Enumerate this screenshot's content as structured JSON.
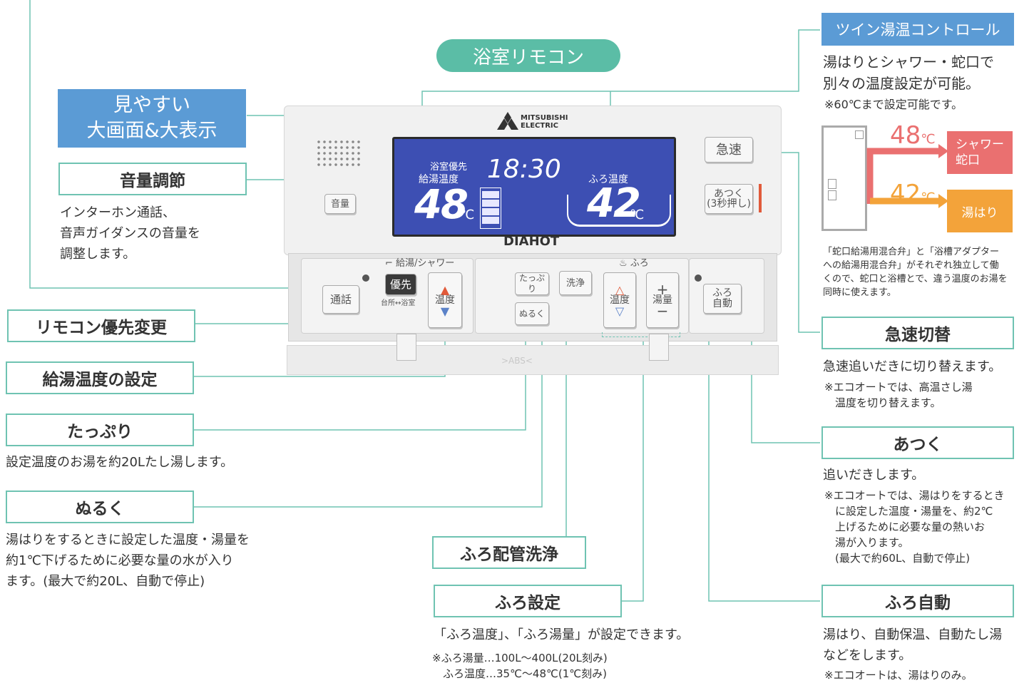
{
  "title_pill": "浴室リモコン",
  "feature_big_display": "見やすい\n大画面&大表示",
  "feature_twin_temp": "ツイン湯温コントロール",
  "twin_temp_desc": "湯はりとシャワー・蛇口で\n別々の温度設定が可能。",
  "twin_temp_note": "※60℃まで設定可能です。",
  "twin_diagram": {
    "temp_shower": "48",
    "temp_bath": "42",
    "unit": "℃",
    "label_shower": "シャワー\n蛇口",
    "label_bath": "湯はり",
    "color_shower": "#ea7070",
    "color_bath": "#f3a33a"
  },
  "twin_temp_footnote": "「蛇口給湯用混合弁」と「浴槽アダプター\nへの給湯用混合弁」がそれぞれ独立して働\nくので、蛇口と浴槽とで、違う温度のお湯を\n同時に使えます。",
  "labels": {
    "volume": "音量調節",
    "priority": "リモコン優先変更",
    "hot_water_temp": "給湯温度の設定",
    "tappuri": "たっぷり",
    "nuruku": "ぬるく",
    "pipe_clean": "ふろ配管洗浄",
    "bath_setting": "ふろ設定",
    "quick_switch": "急速切替",
    "atsuku": "あつく",
    "auto_bath": "ふろ自動"
  },
  "descs": {
    "volume": "インターホン通話、\n音声ガイダンスの音量を\n調整します。",
    "tappuri": "設定温度のお湯を約20Lたし湯します。",
    "nuruku": "湯はりをするときに設定した温度・湯量を\n約1℃下げるために必要な量の水が入り\nます。(最大で約20L、自動で停止)",
    "bath_setting": "「ふろ温度」、「ふろ湯量」が設定できます。",
    "bath_setting_note": "※ふろ湯量…100L～400L(20L刻み)\n　ふろ温度…35℃～48℃(1℃刻み)",
    "quick_switch": "急速追いだきに切り替えます。",
    "quick_switch_note": "※エコオートでは、高温さし湯\n　温度を切り替えます。",
    "atsuku": "追いだきします。",
    "atsuku_note": "※エコオートでは、湯はりをするとき\n　に設定した温度・湯量を、約2℃\n　上げるために必要な量の熱いお\n　湯が入ります。\n　(最大で約60L、自動で停止)",
    "auto_bath": "湯はり、自動保温、自動たし湯\nなどをします。",
    "auto_bath_note": "※エコオートは、湯はりのみ。"
  },
  "remote": {
    "brand": "MITSUBISHI\nELECTRIC",
    "model": "DIAHOT",
    "lcd": {
      "priority_label": "浴室優先",
      "hot_water_label": "給湯温度",
      "hot_water_temp": "48",
      "clock": "18:30",
      "bath_temp_label": "ふろ温度",
      "bath_temp": "42",
      "unit": "℃"
    },
    "buttons": {
      "volume": "音量",
      "call": "通話",
      "priority": "優先",
      "priority_sub": "台所↔浴室",
      "temp": "温度",
      "tappuri": "たっぷり",
      "nuruku": "ぬるく",
      "clean": "洗浄",
      "bath_temp": "温度",
      "bath_volume": "湯量",
      "auto": "ふろ\n自動",
      "quick": "急速",
      "atsuku": "あつく\n(3秒押し)"
    },
    "section_shower": "給湯/シャワー",
    "section_bath": "ふろ",
    "lid_mark": ">ABS<"
  }
}
